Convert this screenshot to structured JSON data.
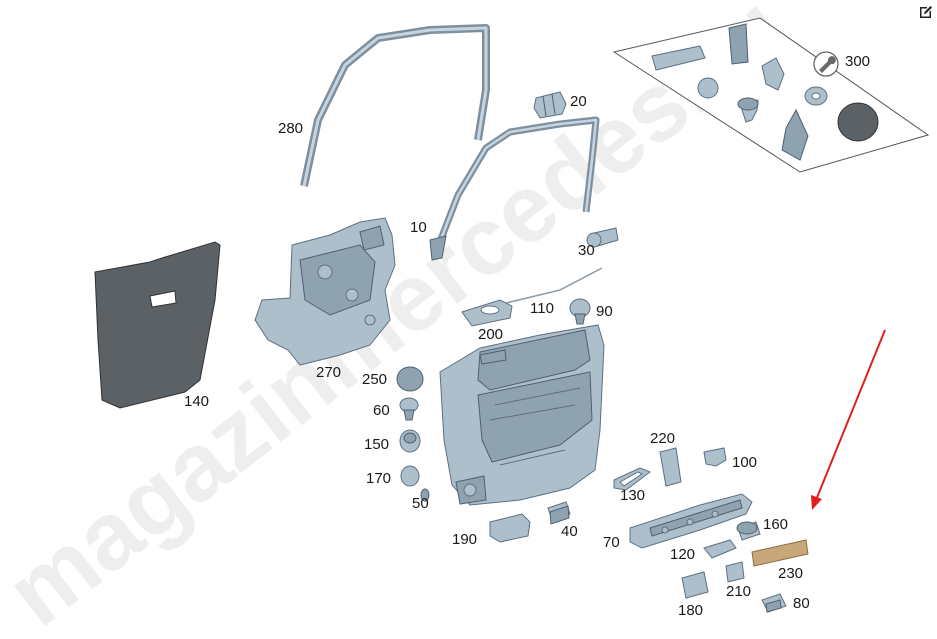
{
  "watermark": "magazinmercedes.ru",
  "labels": {
    "p10": "10",
    "p20": "20",
    "p30": "30",
    "p40": "40",
    "p50": "50",
    "p60": "60",
    "p70": "70",
    "p80": "80",
    "p90": "90",
    "p100": "100",
    "p110": "110",
    "p120": "120",
    "p130": "130",
    "p140": "140",
    "p150": "150",
    "p160": "160",
    "p170": "170",
    "p180": "180",
    "p190": "190",
    "p200": "200",
    "p210": "210",
    "p220": "220",
    "p230": "230",
    "p250": "250",
    "p270": "270",
    "p280": "280",
    "p300": "300"
  },
  "colors": {
    "part": "#aebfcc",
    "outline": "#5d7080",
    "seal_mat": "#5c6166",
    "trim_strip": "#c8a878",
    "arrow": "#e0201c"
  },
  "icons": {
    "edit": "edit-icon",
    "wrench": "wrench-icon"
  }
}
